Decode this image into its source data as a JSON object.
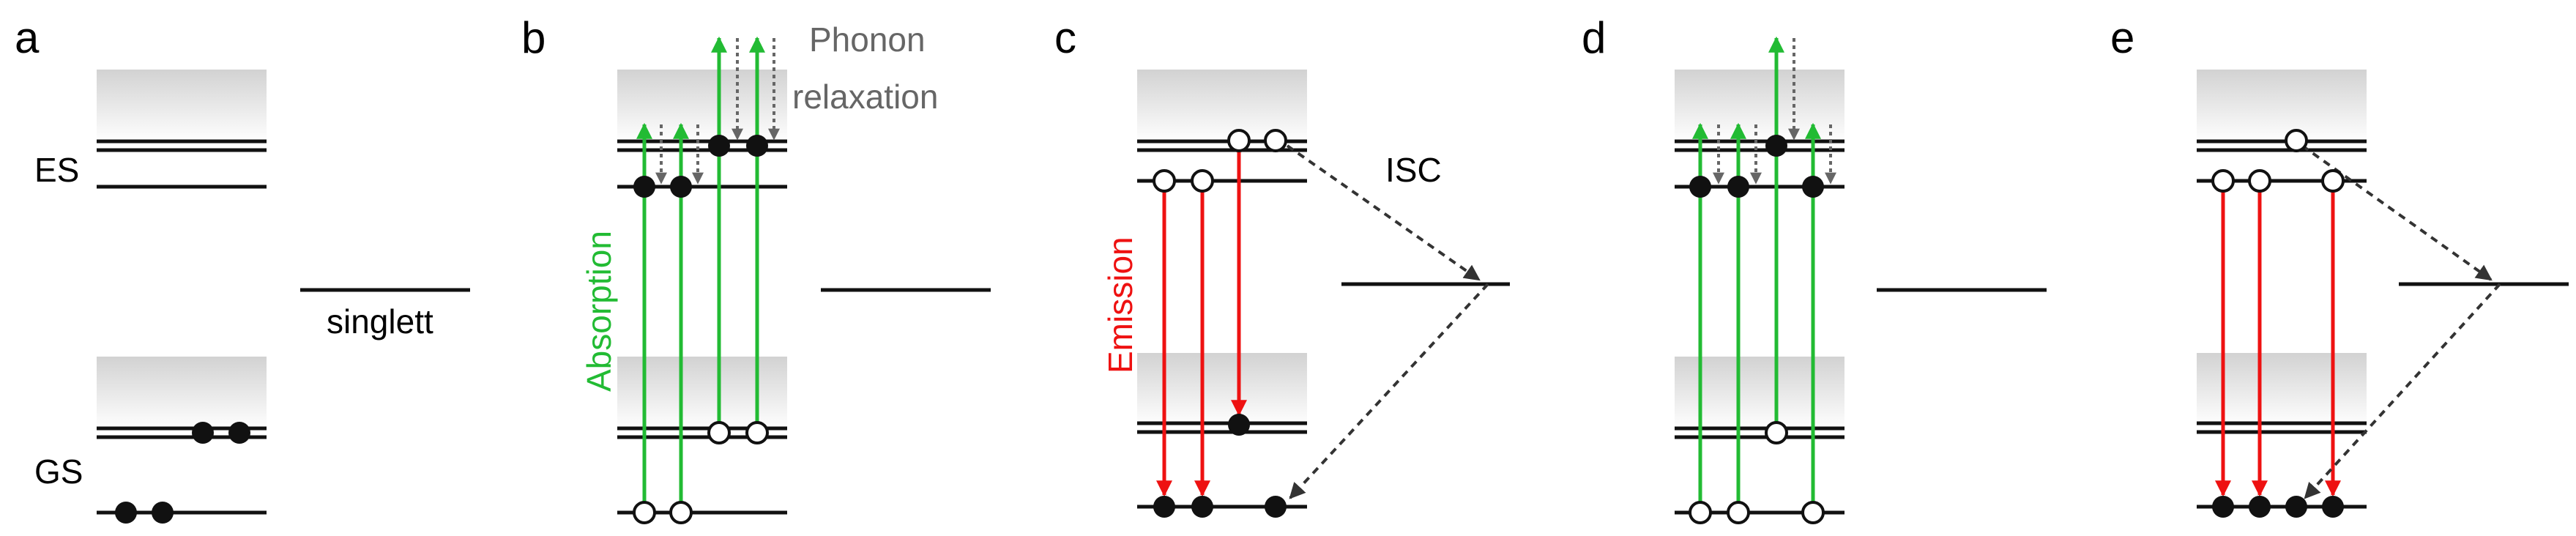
{
  "panels": [
    {
      "letter": "a",
      "es_label": "ES",
      "gs_label": "GS",
      "side_label": "singlett"
    },
    {
      "letter": "b",
      "vertical_label": "Absorption",
      "top_label_line1": "Phonon",
      "top_label_line2": "relaxation"
    },
    {
      "letter": "c",
      "vertical_label": "Emission",
      "side_label": "ISC"
    },
    {
      "letter": "d"
    },
    {
      "letter": "e"
    }
  ],
  "colors": {
    "absorption": "#22bb33",
    "emission": "#ee1111",
    "relaxation": "#666666",
    "isc": "#333333",
    "level": "#111111",
    "band_gradient_top": "#d0d0d0"
  }
}
